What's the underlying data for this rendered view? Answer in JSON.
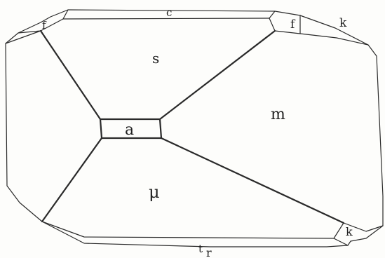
{
  "face_labels": {
    "c": "c",
    "f_left": "f",
    "f_right": "f",
    "k_top": "k",
    "s": "s",
    "a": "a",
    "m": "m",
    "mu": "μ",
    "k_bottom": "k",
    "t": "t",
    "r": "r"
  }
}
